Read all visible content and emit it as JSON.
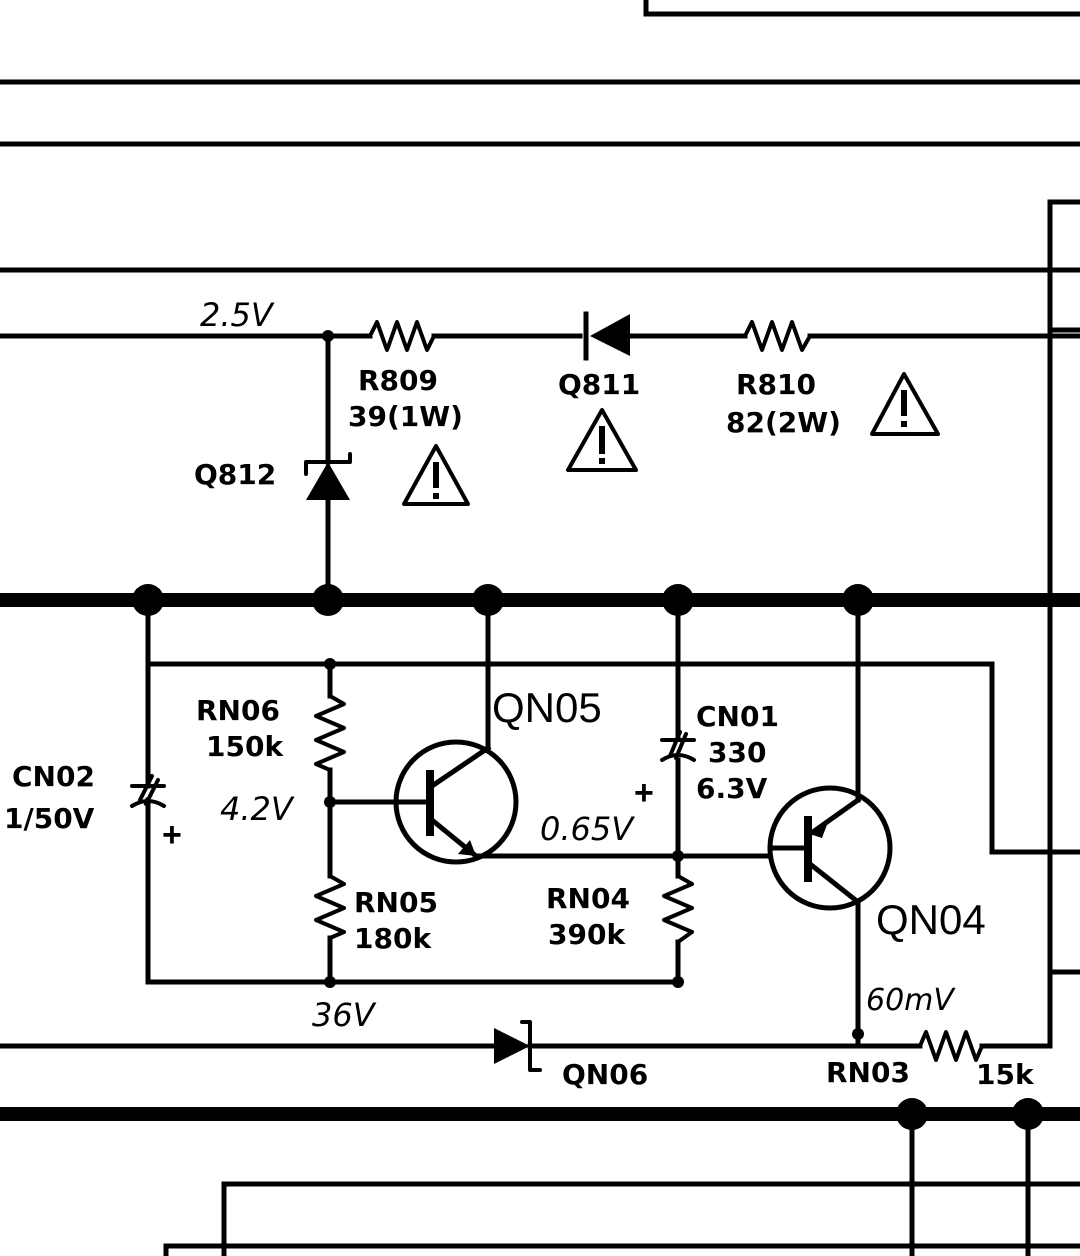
{
  "voltages": {
    "v_top": "2.5V",
    "v_base_qn05": "4.2V",
    "v_emitter": "0.65V",
    "v_bottom": "36V",
    "v_rn03": "60mV"
  },
  "components": {
    "r809": {
      "ref": "R809",
      "value": "39(1W)"
    },
    "q811": {
      "ref": "Q811"
    },
    "r810": {
      "ref": "R810",
      "value": "82(2W)"
    },
    "q812": {
      "ref": "Q812"
    },
    "rn06": {
      "ref": "RN06",
      "value": "150k"
    },
    "rn05": {
      "ref": "RN05",
      "value": "180k"
    },
    "rn04": {
      "ref": "RN04",
      "value": "390k"
    },
    "rn03": {
      "ref": "RN03",
      "value": "15k"
    },
    "cn01": {
      "ref": "CN01",
      "value": "330",
      "rating": "6.3V"
    },
    "cn02": {
      "ref": "CN02",
      "value": "1/50V"
    },
    "qn05": {
      "ref": "QN05"
    },
    "qn04": {
      "ref": "QN04"
    },
    "qn06": {
      "ref": "QN06"
    }
  },
  "symbols": {
    "warning_icon": "warning-triangle",
    "plus_sign": "+",
    "exclamation": "!"
  }
}
